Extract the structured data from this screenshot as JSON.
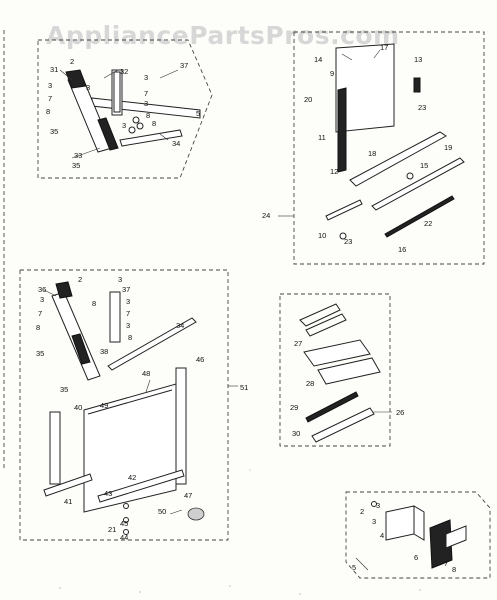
{
  "watermark": "AppliancePartsPros.com",
  "callouts": {
    "g1": [
      "31",
      "2",
      "32",
      "3",
      "3",
      "7",
      "8",
      "37",
      "7",
      "3",
      "3",
      "3",
      "8",
      "8",
      "35",
      "33",
      "35",
      "34",
      "5"
    ],
    "g2": [
      "14",
      "17",
      "9",
      "13",
      "20",
      "23",
      "11",
      "12",
      "18",
      "19",
      "15",
      "24",
      "22",
      "10",
      "23",
      "16"
    ],
    "g3": [
      "36",
      "2",
      "3",
      "37",
      "3",
      "8",
      "7",
      "3",
      "7",
      "3",
      "8",
      "8",
      "38",
      "35",
      "34",
      "35",
      "46",
      "51",
      "48",
      "40",
      "49",
      "42",
      "43",
      "41",
      "21",
      "45",
      "44",
      "47",
      "50"
    ],
    "g4": [
      "27",
      "28",
      "29",
      "26",
      "30"
    ],
    "g5": [
      "2",
      "3",
      "3",
      "4",
      "6",
      "7",
      "8",
      "5"
    ]
  }
}
